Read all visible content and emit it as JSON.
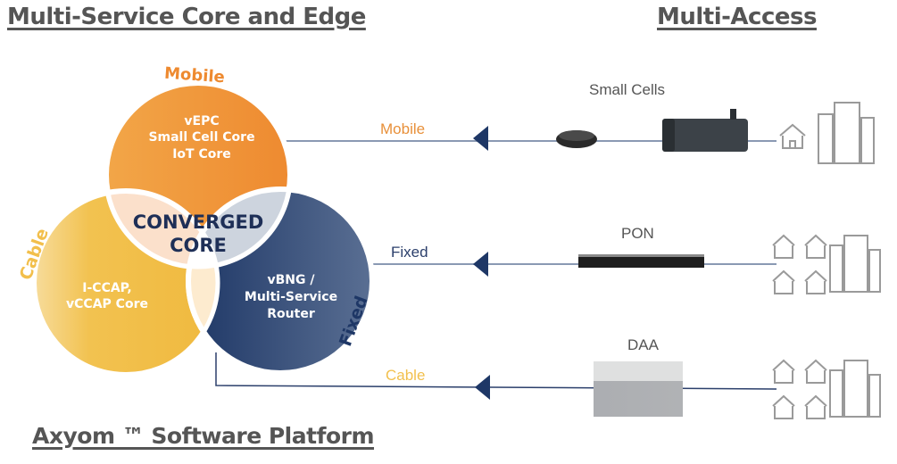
{
  "titles": {
    "core_edge": "Multi-Service Core and Edge",
    "access": "Multi-Access",
    "platform": "Axyom ™ Software Platform"
  },
  "venn": {
    "center": [
      "CONVERGED",
      "CORE"
    ],
    "mobile": {
      "label": "Mobile",
      "lines": [
        "vEPC",
        "Small Cell Core",
        "IoT Core"
      ],
      "color": "#f0923a"
    },
    "cable": {
      "label": "Cable",
      "lines": [
        "I-CCAP,",
        "vCCAP Core"
      ],
      "color": "#f2bf4c"
    },
    "fixed": {
      "label": "Fixed",
      "lines": [
        "vBNG /",
        "Multi-Service",
        "Router"
      ],
      "color": "#2b4675"
    }
  },
  "links": [
    {
      "name": "Mobile",
      "color": "#e8903a",
      "device": "Small Cells"
    },
    {
      "name": "Fixed",
      "color": "#2b3f6b",
      "device": "PON"
    },
    {
      "name": "Cable",
      "color": "#f2c04e",
      "device": "DAA"
    }
  ]
}
